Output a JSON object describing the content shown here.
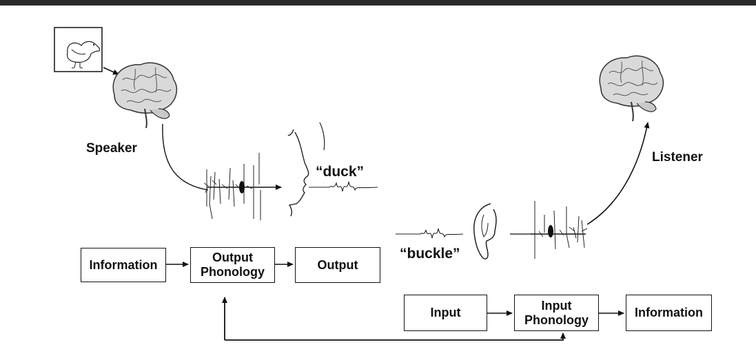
{
  "labels": {
    "speaker": "Speaker",
    "listener": "Listener",
    "spoken_word": "“duck”",
    "heard_word": "“buckle”"
  },
  "speaker_boxes": {
    "information": "Information",
    "output_phonology_line1": "Output",
    "output_phonology_line2": "Phonology",
    "output": "Output"
  },
  "listener_boxes": {
    "input": "Input",
    "input_phonology_line1": "Input",
    "input_phonology_line2": "Phonology",
    "information": "Information"
  },
  "icons": [
    "duck-picture-icon",
    "speaker-brain-icon",
    "listener-brain-icon",
    "face-profile-icon",
    "ear-icon",
    "sound-wave-icon"
  ]
}
